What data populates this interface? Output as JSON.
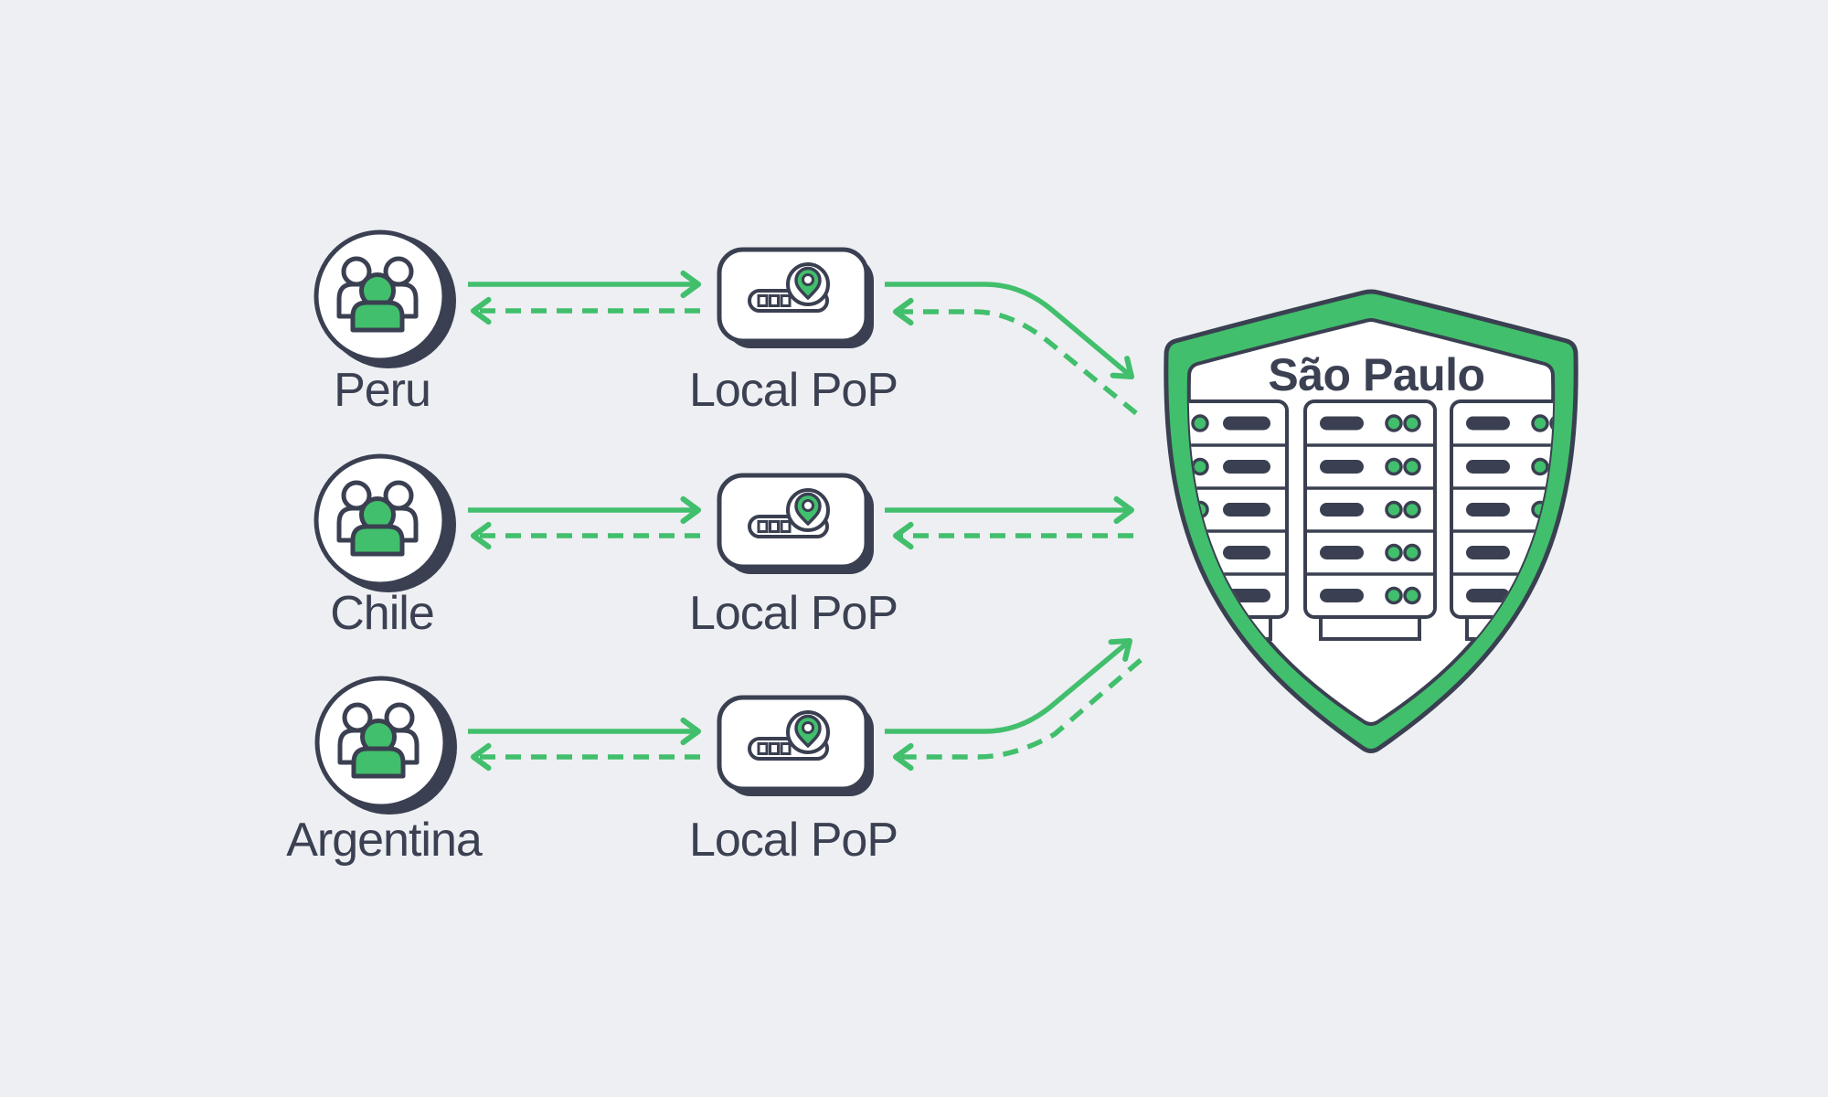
{
  "diagram": {
    "description": "Users in three countries connect via local PoPs to the Sao Paulo data center",
    "rows": [
      {
        "country": "Peru",
        "pop_label": "Local PoP"
      },
      {
        "country": "Chile",
        "pop_label": "Local PoP"
      },
      {
        "country": "Argentina",
        "pop_label": "Local PoP"
      }
    ],
    "datacenter": {
      "label": "São Paulo"
    }
  },
  "icons": {
    "users": "users-icon",
    "pop": "local-pop-icon",
    "map_pin": "map-pin-icon",
    "server_rack": "server-rack-icon",
    "shield": "shield-icon"
  },
  "colors": {
    "background": "#EDEFF2",
    "green": "#41BF6C",
    "navy": "#3A4051",
    "white": "#FFFFFF",
    "label": "#3B4152"
  }
}
